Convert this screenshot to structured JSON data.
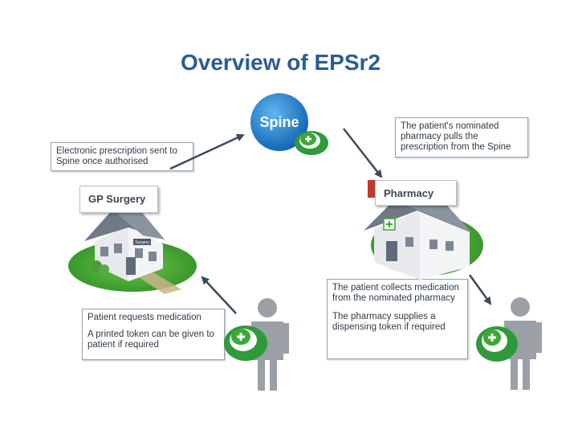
{
  "diagram": {
    "title": "Overview of EPSr2",
    "spine_label": "Spine",
    "gp_label": "GP Surgery",
    "gp_sign": "Surgery",
    "pharmacy_label": "Pharmacy",
    "callouts": {
      "sent_to_spine": "Electronic prescription sent to Spine once authorised",
      "pharmacy_pulls": "The patient's nominated pharmacy pulls the prescription from the Spine",
      "patient_requests": "Patient requests medication",
      "printed_token": "A printed token can be given to patient if required",
      "patient_collects": "The patient collects medication from the nominated pharmacy",
      "dispensing_token": "The pharmacy supplies a dispensing token if required"
    },
    "colors": {
      "title": "#2a5d8f",
      "spine_blue": "#1f86d6",
      "grass_green": "#3aa935",
      "roof_grey": "#6f7a86",
      "arrow": "#3d4a5a"
    }
  }
}
